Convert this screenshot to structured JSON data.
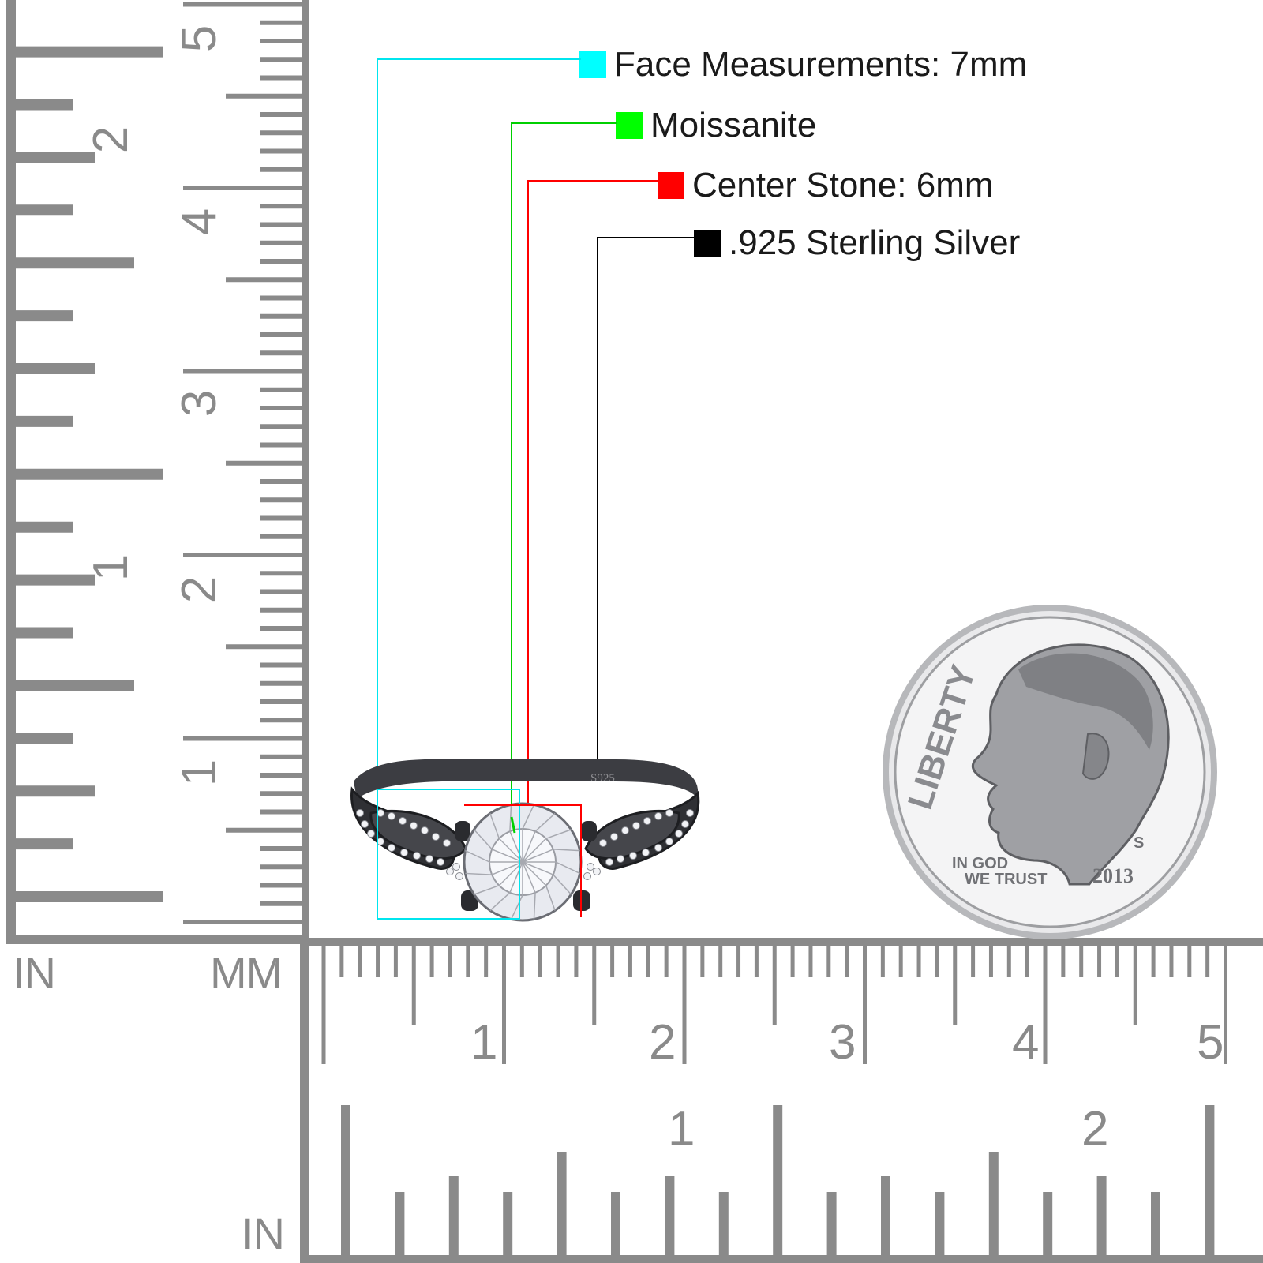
{
  "legend": {
    "items": [
      {
        "label": "Face Measurements: 7mm",
        "color": "#00ffff"
      },
      {
        "label": "Moissanite",
        "color": "#00ff00"
      },
      {
        "label": "Center Stone: 6mm",
        "color": "#ff0000"
      },
      {
        "label": ".925 Sterling Silver",
        "color": "#000000"
      }
    ]
  },
  "ruler_vertical": {
    "in_numbers": [
      "1",
      "2"
    ],
    "mm_numbers": [
      "1",
      "2",
      "3",
      "4",
      "5"
    ]
  },
  "ruler_horizontal": {
    "mm_numbers": [
      "1",
      "2",
      "3",
      "4",
      "5"
    ],
    "in_numbers": [
      "1",
      "2"
    ]
  },
  "unit_labels": {
    "in_left": "IN",
    "mm": "MM",
    "in_bottom": "IN"
  },
  "ring": {
    "stamp": "S925"
  },
  "coin": {
    "motto_top": "LIBERTY",
    "motto_line1": "IN GOD",
    "motto_line2": "WE TRUST",
    "year": "2013",
    "mint_mark": "S"
  },
  "colors": {
    "ruler_gray": "#8a8a8a",
    "ring_metal": "#3c3d42"
  }
}
